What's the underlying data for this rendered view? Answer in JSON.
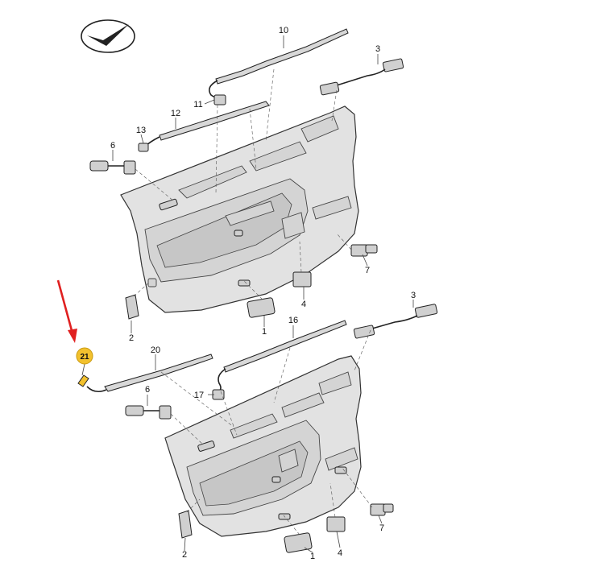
{
  "logo": {
    "name": "vag-checkmark-logo"
  },
  "callouts": {
    "c10a": "10",
    "c3a": "3",
    "c11": "11",
    "c12": "12",
    "c13": "13",
    "c6a": "6",
    "c7a": "7",
    "c4a": "4",
    "c1a": "1",
    "c2a": "2",
    "c16": "16",
    "c3b": "3",
    "c20": "20",
    "c21": "21",
    "c17": "17",
    "c6b": "6",
    "c7b": "7",
    "c4b": "4",
    "c1b": "1",
    "c2b": "2"
  },
  "highlight": {
    "part": "21",
    "badge_color": "#f2c12e",
    "arrow_color": "#e02020"
  }
}
